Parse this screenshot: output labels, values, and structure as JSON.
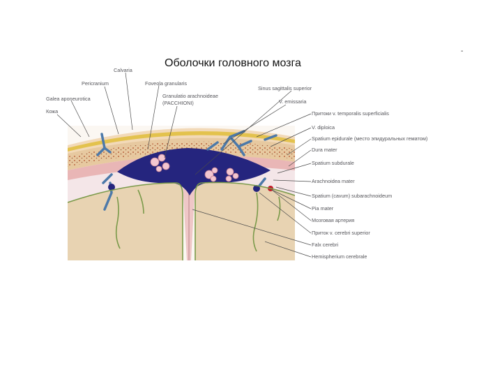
{
  "slide": {
    "corner_mark": "-",
    "title": "Оболочки головного мозга"
  },
  "colors": {
    "skin": "#f2d9b8",
    "galea": "#e3c24d",
    "bone": "#e7c9a0",
    "dura": "#e9b6b6",
    "sinus": "#25257e",
    "veins": "#4c79a9",
    "brain": "#e8d3b2",
    "pia": "#7a9a4a",
    "label_text": "#55555a"
  },
  "labels": {
    "calvaria": "Calvaria",
    "pericranium": "Pericranium",
    "foveola": "Foveola granularis",
    "granulatio_line1": "Granulatio arachnoideae",
    "granulatio_line2": "(PACCHIONI)",
    "galea": "Galea aponeurotica",
    "skin": "Кожа",
    "sinus_sagittalis": "Sinus sagittalis superior",
    "v_emissaria": "V. emissaria",
    "pritoki_temporalis": "Притоки v. temporalis superficialis",
    "v_diploica": "V. diploica",
    "spatium_epidurale": "Spatium epidurale (место эпидуральных гематом)",
    "dura_mater": "Dura mater",
    "spatium_subdurale": "Spatium subdurale",
    "arachnoidea": "Arachnoidea mater",
    "spatium_subarachnoideum": "Spatium (cavum) subarachnoideum",
    "pia_mater": "Pia mater",
    "mozgovaya_arteriya": "Мозговая артерия",
    "pritok_cerebri": "Приток v. cerebri superior",
    "falx_cerebri": "Falx cerebri",
    "hemispherium": "Hemispherium cerebrale"
  }
}
